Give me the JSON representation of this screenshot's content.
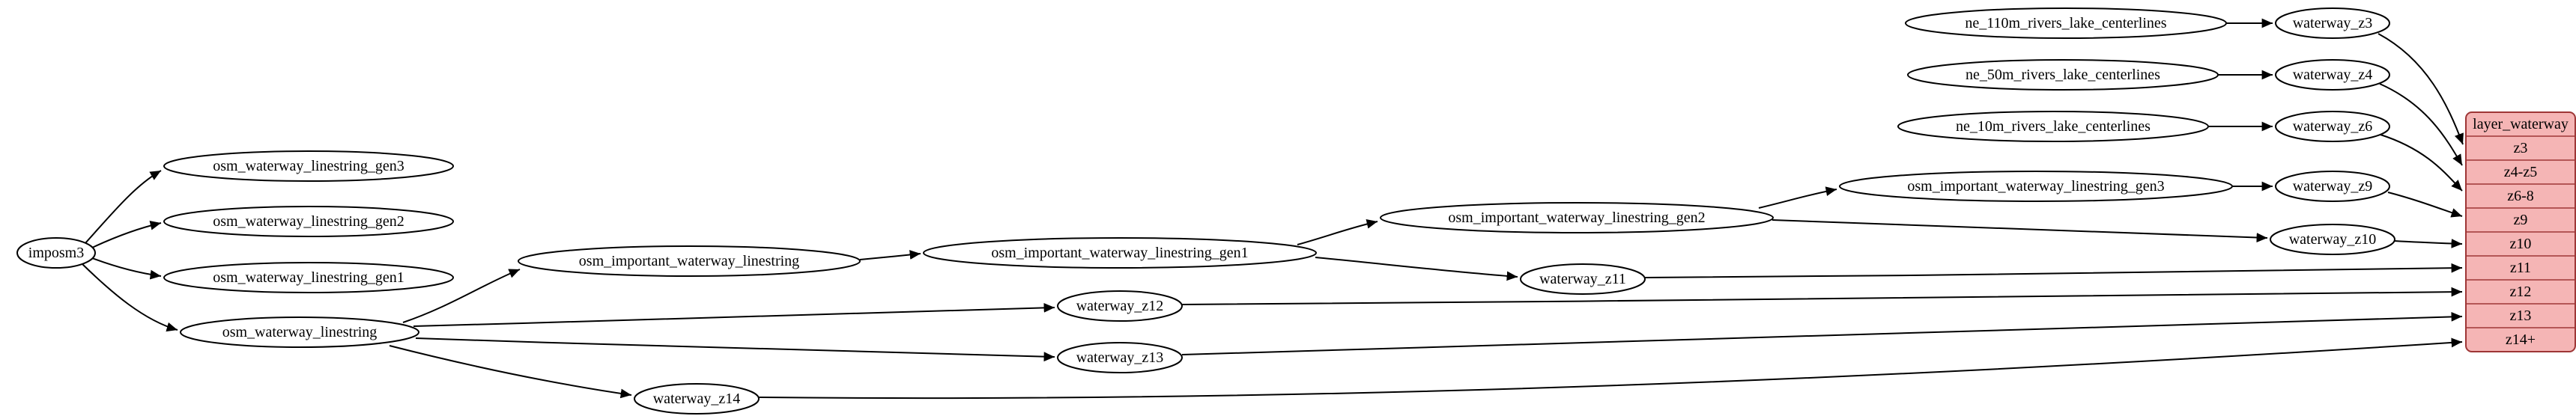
{
  "diagram": {
    "type": "etl-dependency-graph",
    "nodes": {
      "imposm3": "imposm3",
      "osm_waterway_linestring_gen3": "osm_waterway_linestring_gen3",
      "osm_waterway_linestring_gen2": "osm_waterway_linestring_gen2",
      "osm_waterway_linestring_gen1": "osm_waterway_linestring_gen1",
      "osm_waterway_linestring": "osm_waterway_linestring",
      "osm_important_waterway_linestring": "osm_important_waterway_linestring",
      "osm_important_waterway_linestring_gen1": "osm_important_waterway_linestring_gen1",
      "osm_important_waterway_linestring_gen2": "osm_important_waterway_linestring_gen2",
      "osm_important_waterway_linestring_gen3": "osm_important_waterway_linestring_gen3",
      "ne_110m_rivers_lake_centerlines": "ne_110m_rivers_lake_centerlines",
      "ne_50m_rivers_lake_centerlines": "ne_50m_rivers_lake_centerlines",
      "ne_10m_rivers_lake_centerlines": "ne_10m_rivers_lake_centerlines",
      "waterway_z3": "waterway_z3",
      "waterway_z4": "waterway_z4",
      "waterway_z6": "waterway_z6",
      "waterway_z9": "waterway_z9",
      "waterway_z10": "waterway_z10",
      "waterway_z11": "waterway_z11",
      "waterway_z12": "waterway_z12",
      "waterway_z13": "waterway_z13",
      "waterway_z14": "waterway_z14"
    },
    "record": {
      "title": "layer_waterway",
      "rows": [
        "z3",
        "z4-z5",
        "z6-8",
        "z9",
        "z10",
        "z11",
        "z12",
        "z13",
        "z14+"
      ]
    },
    "edges": [
      {
        "from": "imposm3",
        "to": "osm_waterway_linestring_gen3"
      },
      {
        "from": "imposm3",
        "to": "osm_waterway_linestring_gen2"
      },
      {
        "from": "imposm3",
        "to": "osm_waterway_linestring_gen1"
      },
      {
        "from": "imposm3",
        "to": "osm_waterway_linestring"
      },
      {
        "from": "osm_waterway_linestring",
        "to": "osm_important_waterway_linestring"
      },
      {
        "from": "osm_waterway_linestring",
        "to": "waterway_z12"
      },
      {
        "from": "osm_waterway_linestring",
        "to": "waterway_z13"
      },
      {
        "from": "osm_waterway_linestring",
        "to": "waterway_z14"
      },
      {
        "from": "osm_important_waterway_linestring",
        "to": "osm_important_waterway_linestring_gen1"
      },
      {
        "from": "osm_important_waterway_linestring_gen1",
        "to": "osm_important_waterway_linestring_gen2"
      },
      {
        "from": "osm_important_waterway_linestring_gen1",
        "to": "waterway_z11"
      },
      {
        "from": "osm_important_waterway_linestring_gen2",
        "to": "osm_important_waterway_linestring_gen3"
      },
      {
        "from": "osm_important_waterway_linestring_gen2",
        "to": "waterway_z10"
      },
      {
        "from": "osm_important_waterway_linestring_gen3",
        "to": "waterway_z9"
      },
      {
        "from": "ne_110m_rivers_lake_centerlines",
        "to": "waterway_z3"
      },
      {
        "from": "ne_50m_rivers_lake_centerlines",
        "to": "waterway_z4"
      },
      {
        "from": "ne_10m_rivers_lake_centerlines",
        "to": "waterway_z6"
      },
      {
        "from": "waterway_z3",
        "to": "layer_waterway:z3"
      },
      {
        "from": "waterway_z4",
        "to": "layer_waterway:z4-z5"
      },
      {
        "from": "waterway_z6",
        "to": "layer_waterway:z6-8"
      },
      {
        "from": "waterway_z9",
        "to": "layer_waterway:z9"
      },
      {
        "from": "waterway_z10",
        "to": "layer_waterway:z10"
      },
      {
        "from": "waterway_z11",
        "to": "layer_waterway:z11"
      },
      {
        "from": "waterway_z12",
        "to": "layer_waterway:z12"
      },
      {
        "from": "waterway_z13",
        "to": "layer_waterway:z13"
      },
      {
        "from": "waterway_z14",
        "to": "layer_waterway:z14+"
      }
    ],
    "colors": {
      "record_fill": "#f5b5b5",
      "record_border": "#9e3636",
      "node_fill": "#ffffff",
      "node_border": "#000000",
      "edge": "#000000",
      "background": "#ffffff"
    }
  }
}
